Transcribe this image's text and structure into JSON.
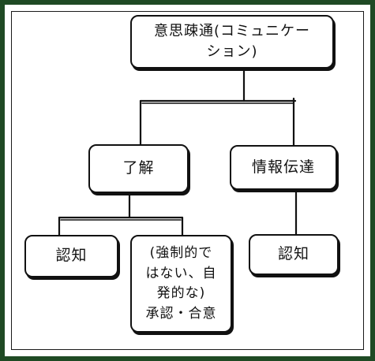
{
  "diagram": {
    "nodes": {
      "root": "意思疎通(コミュニケーション)",
      "ryokai": "了解",
      "joho": "情報伝達",
      "ninchi_left": "認知",
      "shonin": "(強制的ではない、自発的な)承認・合意",
      "ninchi_right": "認知"
    },
    "lines": {
      "root": [
        "意思疎通(コミュニケー",
        "ション)"
      ],
      "shonin": [
        "(強制的で",
        "はない、自",
        "発的な)",
        "承認・合意"
      ]
    },
    "edges": [
      [
        "root",
        "ryokai"
      ],
      [
        "root",
        "joho"
      ],
      [
        "ryokai",
        "ninchi_left"
      ],
      [
        "ryokai",
        "shonin"
      ],
      [
        "joho",
        "ninchi_right"
      ]
    ],
    "colors": {
      "frame": "#1f4a24",
      "stroke": "#111111",
      "fill": "#ffffff"
    }
  }
}
